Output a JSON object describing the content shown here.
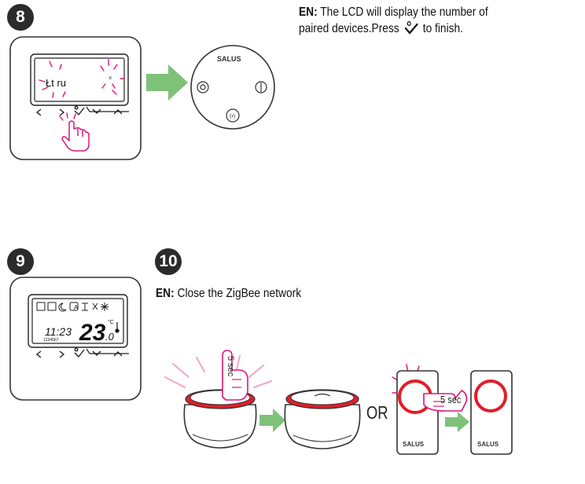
{
  "step8": {
    "badge": "8",
    "lcd_text": "Łt ru",
    "instruction": {
      "lang": "EN:",
      "line1": "The LCD will display the number of",
      "line2a": "paired devices.Press",
      "line2b": "to finish."
    },
    "device_brand": "SALUS"
  },
  "step9": {
    "badge": "9",
    "lcd_time": "11:23",
    "lcd_days": "1234567",
    "lcd_temp": "23",
    "lcd_temp_dec": ".0",
    "lcd_unit": "°C"
  },
  "step10": {
    "badge": "10",
    "instruction": {
      "lang": "EN:",
      "text": "Close the ZigBee network"
    },
    "press_label_1": "5 sec",
    "press_label_2": "5 sec",
    "or_label": "OR",
    "brand_1": "SALUS",
    "brand_2": "SALUS"
  },
  "colors": {
    "badge": "#2b2b2b",
    "accent_pink": "#e0147a",
    "arrow_green": "#7ec27a",
    "gateway_ring": "#e01e2a"
  }
}
